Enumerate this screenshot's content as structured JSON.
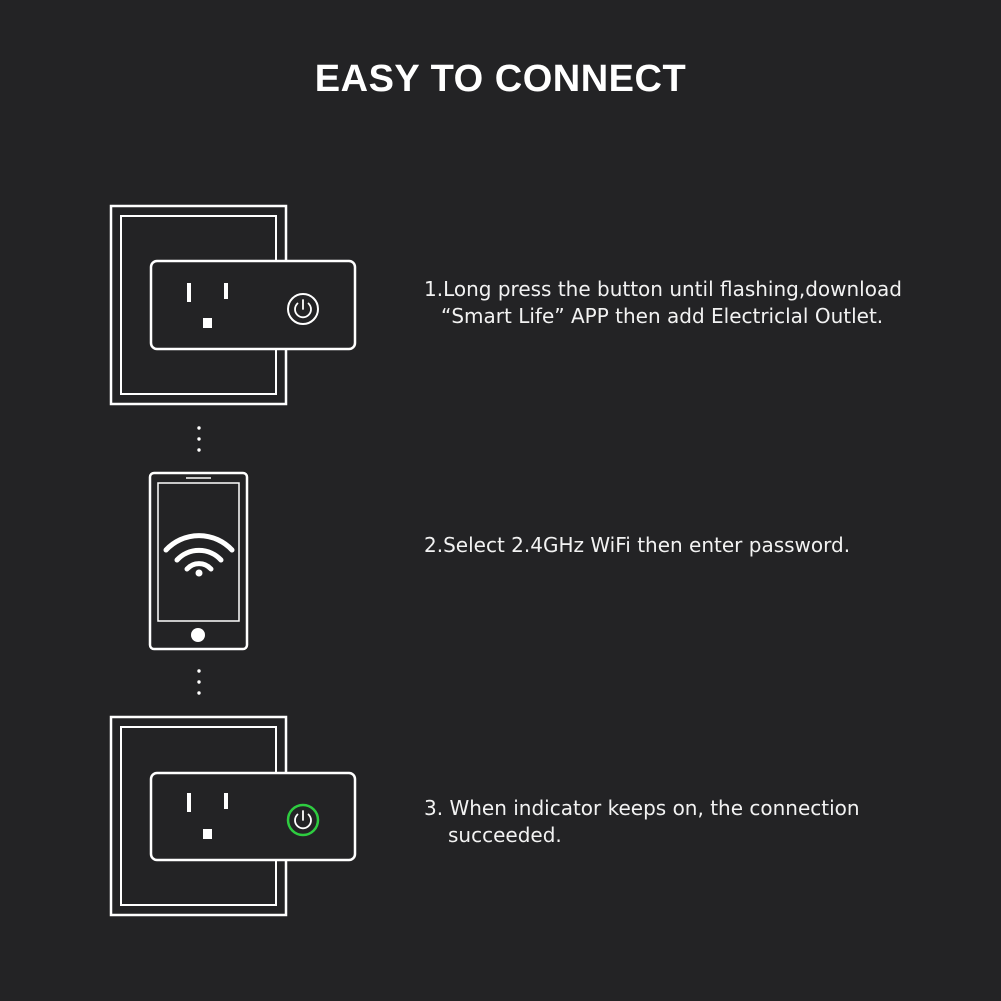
{
  "header": {
    "title": "EASY TO CONNECT"
  },
  "steps": [
    {
      "line1": "1.Long press the button until flashing,download",
      "line2": "“Smart Life” APP then add Electriclal Outlet."
    },
    {
      "line1": "2.Select 2.4GHz WiFi then enter password."
    },
    {
      "line1": "3. When indicator keeps on, the connection",
      "line2": "succeeded."
    }
  ],
  "colors": {
    "background": "#232325",
    "line": "#ffffff",
    "indicator_on": "#2ecc40"
  },
  "icons": [
    "wall-socket-icon",
    "smart-plug-icon",
    "power-button-icon",
    "phone-icon",
    "wifi-icon",
    "dotted-connector-icon"
  ]
}
